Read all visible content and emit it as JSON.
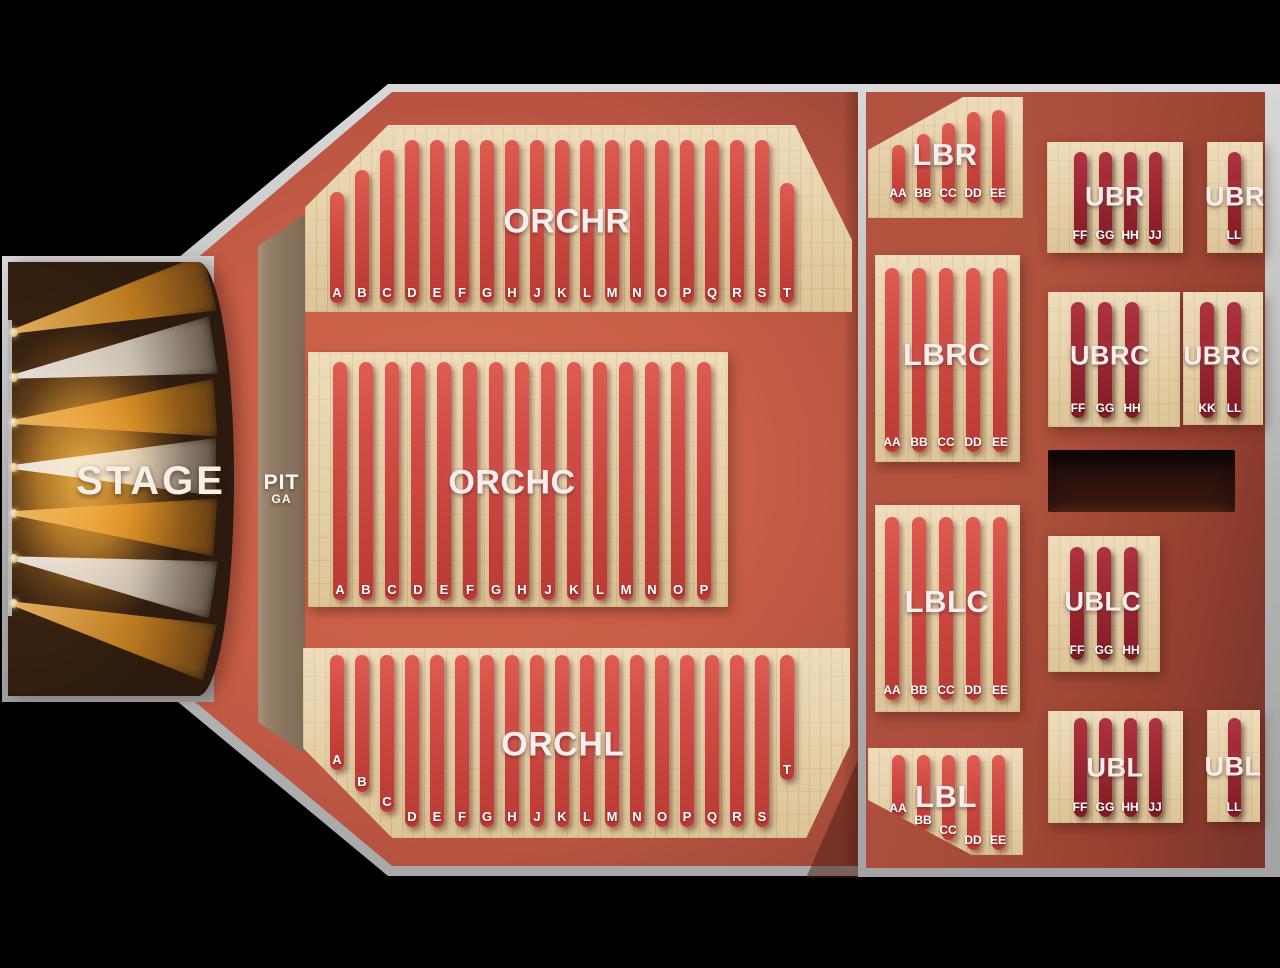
{
  "venue_map": {
    "stage": {
      "label": "STAGE"
    },
    "pit": {
      "label": "PIT",
      "sublabel": "GA"
    },
    "sections": [
      {
        "id": "orchr",
        "label": "ORCHR",
        "rows": [
          "A",
          "B",
          "C",
          "D",
          "E",
          "F",
          "G",
          "H",
          "J",
          "K",
          "L",
          "M",
          "N",
          "O",
          "P",
          "Q",
          "R",
          "S",
          "T"
        ]
      },
      {
        "id": "orchc",
        "label": "ORCHC",
        "rows": [
          "A",
          "B",
          "C",
          "D",
          "E",
          "F",
          "G",
          "H",
          "J",
          "K",
          "L",
          "M",
          "N",
          "O",
          "P"
        ]
      },
      {
        "id": "orchl",
        "label": "ORCHL",
        "rows": [
          "A",
          "B",
          "C",
          "D",
          "E",
          "F",
          "G",
          "H",
          "J",
          "K",
          "L",
          "M",
          "N",
          "O",
          "P",
          "Q",
          "R",
          "S",
          "T"
        ]
      },
      {
        "id": "lbr",
        "label": "LBR",
        "rows": [
          "AA",
          "BB",
          "CC",
          "DD",
          "EE"
        ]
      },
      {
        "id": "lbrc",
        "label": "LBRC",
        "rows": [
          "AA",
          "BB",
          "CC",
          "DD",
          "EE"
        ]
      },
      {
        "id": "lblc",
        "label": "LBLC",
        "rows": [
          "AA",
          "BB",
          "CC",
          "DD",
          "EE"
        ]
      },
      {
        "id": "lbl",
        "label": "LBL",
        "rows": [
          "AA",
          "BB",
          "CC",
          "DD",
          "EE"
        ]
      },
      {
        "id": "ubr",
        "label": "UBR",
        "rows": [
          "FF",
          "GG",
          "HH",
          "JJ"
        ]
      },
      {
        "id": "ubr-right",
        "label": "UBR",
        "rows": [
          "LL"
        ]
      },
      {
        "id": "ubrc",
        "label": "UBRC",
        "rows": [
          "FF",
          "GG",
          "HH"
        ]
      },
      {
        "id": "ubrc-right",
        "label": "UBRC",
        "rows": [
          "KK",
          "LL"
        ]
      },
      {
        "id": "ublc",
        "label": "UBLC",
        "rows": [
          "FF",
          "GG",
          "HH"
        ]
      },
      {
        "id": "ubl",
        "label": "UBL",
        "rows": [
          "FF",
          "GG",
          "HH",
          "JJ"
        ]
      },
      {
        "id": "ubl-right",
        "label": "UBL",
        "rows": [
          "LL"
        ]
      }
    ],
    "colors": {
      "carpet_main": "#c75e45",
      "carpet_balcony": "#a84c3a",
      "wood_panel": "#e8cfa0",
      "seat_row_orchestra": "#cf4a42",
      "seat_row_upper": "#9c2631",
      "outline_gray": "#c3c3c3",
      "stage_glow": "#e2a83c",
      "pit_strip": "#8d7862"
    }
  }
}
